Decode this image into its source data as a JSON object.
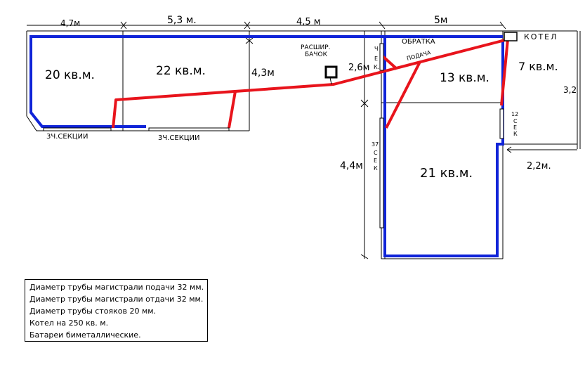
{
  "dimensions": {
    "top": [
      "4,7м",
      "5,3 м.",
      "4,5 м",
      "5м"
    ],
    "left_mid": "4,3м",
    "riser_height": "2,6м",
    "lower_height": "4,4м",
    "right_height": "3,2",
    "lower_right_width": "2,2м."
  },
  "rooms": {
    "room1": "20 кв.м.",
    "room2": "22 кв.м.",
    "room3": "13 кв.м.",
    "room4": "7 кв.м.",
    "room5": "21 кв.м."
  },
  "labels": {
    "expansion_tank": [
      "РАСШИР.",
      "БАЧОК"
    ],
    "return": "ОБРАТКА",
    "supply": "ПОДАЧА",
    "boiler": "КОТЕЛ",
    "radiator_left": "3Ч.СЕКЦИИ",
    "radiator_mid": "3Ч.СЕКЦИИ",
    "radiator_small": [
      "Ч",
      "Е",
      "К."
    ],
    "radiator_37": [
      "37",
      "С",
      "Е",
      "К"
    ],
    "radiator_12": [
      "12",
      "С",
      "Е",
      "К"
    ]
  },
  "legend": [
    "Диаметр трубы магистрали подачи 32 мм.",
    "Диаметр трубы магистрали отдачи 32 мм.",
    "Диаметр трубы стояков 20 мм.",
    "Котел на 250 кв. м.",
    "Батареи биметаллические."
  ],
  "colors": {
    "supply_pipe": "#e8141c",
    "return_pipe": "#1024d8",
    "walls": "#000000"
  }
}
